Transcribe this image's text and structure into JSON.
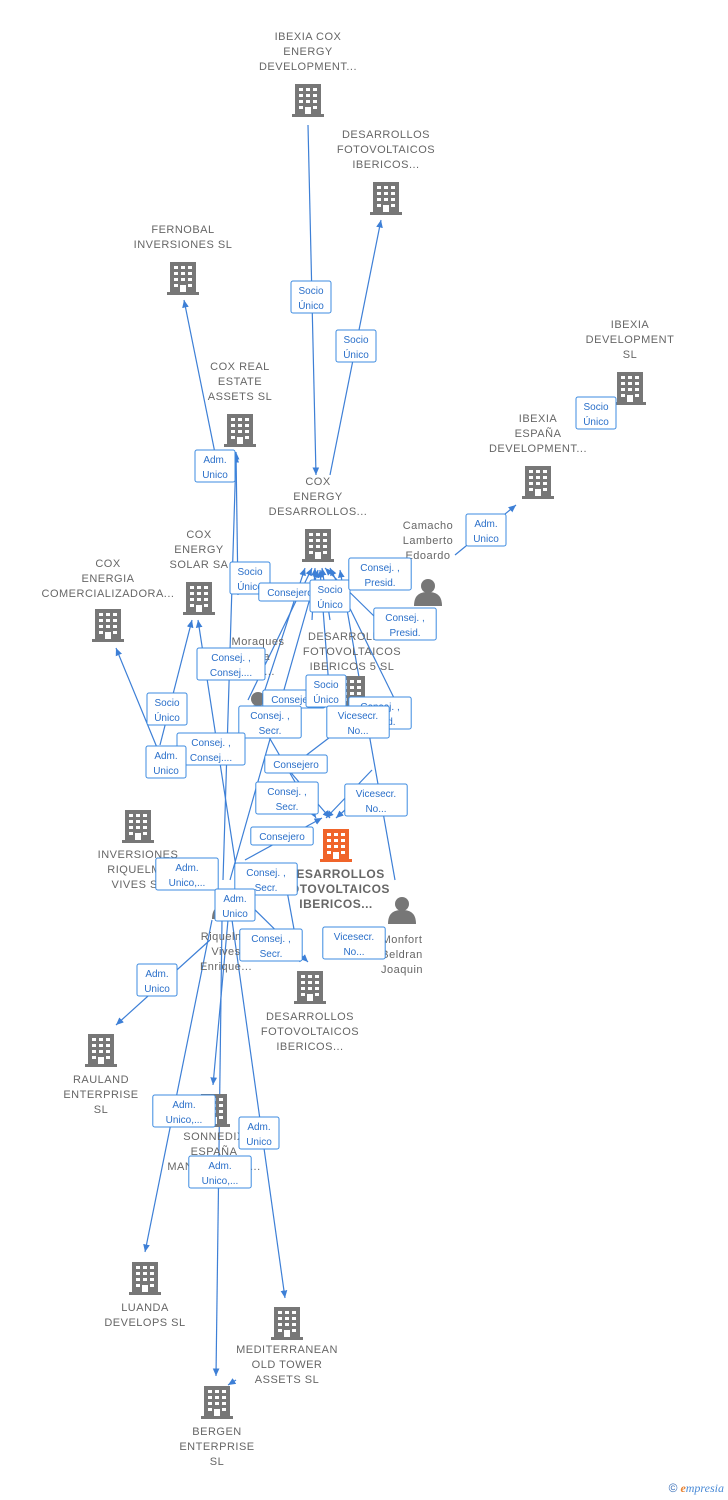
{
  "colors": {
    "edge": "#3d7fd6",
    "building": "#777777",
    "building_highlight": "#f0642a",
    "person": "#777777",
    "label": "#666666"
  },
  "nodes": [
    {
      "id": "ibexia_cox",
      "type": "company",
      "lines": [
        "IBEXIA COX",
        "ENERGY",
        "DEVELOPMENT..."
      ]
    },
    {
      "id": "desarrollos_top",
      "type": "company",
      "lines": [
        "DESARROLLOS",
        "FOTOVOLTAICOS",
        "IBERICOS..."
      ]
    },
    {
      "id": "fernobal",
      "type": "company",
      "lines": [
        "FERNOBAL",
        "INVERSIONES SL"
      ]
    },
    {
      "id": "ibexia_dev",
      "type": "company",
      "lines": [
        "IBEXIA",
        "DEVELOPMENT",
        "SL"
      ]
    },
    {
      "id": "cox_real",
      "type": "company",
      "lines": [
        "COX REAL",
        "ESTATE",
        "ASSETS SL"
      ]
    },
    {
      "id": "ibexia_espana",
      "type": "company",
      "lines": [
        "IBEXIA",
        "ESPAÑA",
        "DEVELOPMENT..."
      ]
    },
    {
      "id": "cox_energy_des",
      "type": "company",
      "lines": [
        "COX",
        "ENERGY",
        "DESARROLLOS..."
      ]
    },
    {
      "id": "camacho",
      "type": "person",
      "lines": [
        "Camacho",
        "Lamberto",
        "Edoardo"
      ]
    },
    {
      "id": "cox_solar",
      "type": "company",
      "lines": [
        "COX",
        "ENERGY",
        "SOLAR SA"
      ]
    },
    {
      "id": "cox_comercial",
      "type": "company",
      "lines": [
        "COX",
        "ENERGIA",
        "COMERCIALIZADORA..."
      ]
    },
    {
      "id": "moraques",
      "type": "person",
      "lines": [
        "Moraques",
        "...na",
        "...co..."
      ]
    },
    {
      "id": "des_5",
      "type": "company",
      "lines": [
        "DESARROLLOS",
        "FOTOVOLTAICOS",
        "IBERICOS 5 SL"
      ]
    },
    {
      "id": "inversiones_riq",
      "type": "company",
      "lines": [
        "INVERSIONES",
        "RIQUELME",
        "VIVES SL"
      ]
    },
    {
      "id": "main",
      "type": "company",
      "highlight": true,
      "lines": [
        "DESARROLLOS",
        "FOTOVOLTAICOS",
        "IBERICOS..."
      ]
    },
    {
      "id": "monfort",
      "type": "person",
      "lines": [
        "Monfort",
        "Beldran",
        "Joaquin"
      ]
    },
    {
      "id": "riquelme",
      "type": "person",
      "lines": [
        "Riquelme",
        "Vives",
        "Enrique..."
      ]
    },
    {
      "id": "des_bottom",
      "type": "company",
      "lines": [
        "DESARROLLOS",
        "FOTOVOLTAICOS",
        "IBERICOS..."
      ]
    },
    {
      "id": "rauland",
      "type": "company",
      "lines": [
        "RAULAND",
        "ENTERPRISE",
        "SL"
      ]
    },
    {
      "id": "sonnedix",
      "type": "company",
      "lines": [
        "SONNEDIX",
        "ESPAÑA",
        "MANAGEMENT..."
      ]
    },
    {
      "id": "luanda",
      "type": "company",
      "lines": [
        "LUANDA",
        "DEVELOPS SL"
      ]
    },
    {
      "id": "mediterranean",
      "type": "company",
      "lines": [
        "MEDITERRANEAN",
        "OLD TOWER",
        "ASSETS SL"
      ]
    },
    {
      "id": "bergen",
      "type": "company",
      "lines": [
        "BERGEN",
        "ENTERPRISE",
        "SL"
      ]
    }
  ],
  "edge_labels": [
    {
      "id": "l1",
      "lines": [
        "Socio",
        "Único"
      ]
    },
    {
      "id": "l2",
      "lines": [
        "Socio",
        "Único"
      ]
    },
    {
      "id": "l3",
      "lines": [
        "Socio",
        "Único"
      ]
    },
    {
      "id": "l4",
      "lines": [
        "Adm.",
        "Unico"
      ]
    },
    {
      "id": "l5",
      "lines": [
        "Adm.",
        "Unico"
      ]
    },
    {
      "id": "l6",
      "lines": [
        "Socio",
        "Único"
      ]
    },
    {
      "id": "l7",
      "lines": [
        "Consejero"
      ]
    },
    {
      "id": "l8",
      "lines": [
        "Socio",
        "Único"
      ]
    },
    {
      "id": "l9",
      "lines": [
        "Consej. ,",
        "Presid."
      ]
    },
    {
      "id": "l10",
      "lines": [
        "Consej. ,",
        "Presid."
      ]
    },
    {
      "id": "l11",
      "lines": [
        "Consej. ,",
        "Consej...."
      ]
    },
    {
      "id": "l12",
      "lines": [
        "Socio",
        "Único"
      ]
    },
    {
      "id": "l13",
      "lines": [
        "Consejero"
      ]
    },
    {
      "id": "l14",
      "lines": [
        "Socio",
        "Único"
      ]
    },
    {
      "id": "l15",
      "lines": [
        "Consej. ,",
        "Secr."
      ]
    },
    {
      "id": "l16",
      "lines": [
        "Consej. ,",
        "Presid."
      ]
    },
    {
      "id": "l17",
      "lines": [
        "Vicesecr.",
        "No..."
      ]
    },
    {
      "id": "l18",
      "lines": [
        "Consej. ,",
        "Consej...."
      ]
    },
    {
      "id": "l19",
      "lines": [
        "Adm.",
        "Unico"
      ]
    },
    {
      "id": "l20",
      "lines": [
        "Consejero"
      ]
    },
    {
      "id": "l21",
      "lines": [
        "Consej. ,",
        "Secr."
      ]
    },
    {
      "id": "l22",
      "lines": [
        "Vicesecr.",
        "No..."
      ]
    },
    {
      "id": "l23",
      "lines": [
        "Consejero"
      ]
    },
    {
      "id": "l24",
      "lines": [
        "Adm.",
        "Unico,..."
      ]
    },
    {
      "id": "l25",
      "lines": [
        "Consej. ,",
        "Secr."
      ]
    },
    {
      "id": "l26",
      "lines": [
        "Adm.",
        "Unico"
      ]
    },
    {
      "id": "l27",
      "lines": [
        "Consej. ,",
        "Secr."
      ]
    },
    {
      "id": "l28",
      "lines": [
        "Vicesecr.",
        "No..."
      ]
    },
    {
      "id": "l29",
      "lines": [
        "Adm.",
        "Unico"
      ]
    },
    {
      "id": "l30",
      "lines": [
        "Adm.",
        "Unico,..."
      ]
    },
    {
      "id": "l31",
      "lines": [
        "Adm.",
        "Unico"
      ]
    },
    {
      "id": "l32",
      "lines": [
        "Adm.",
        "Unico,..."
      ]
    }
  ],
  "footer": {
    "copyright": "©",
    "brand_initial": "e",
    "brand_rest": "mpresia"
  }
}
